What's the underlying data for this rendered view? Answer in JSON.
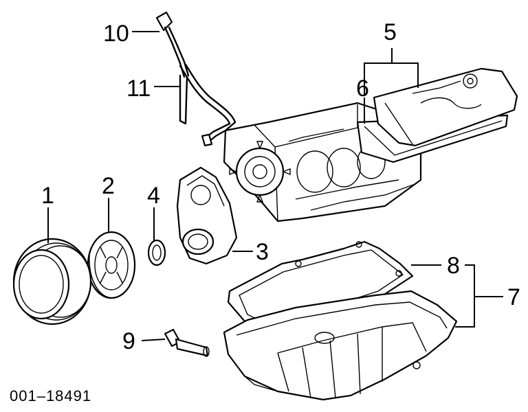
{
  "diagram": {
    "callouts": {
      "c1": "1",
      "c2": "2",
      "c3": "3",
      "c4": "4",
      "c5": "5",
      "c6": "6",
      "c7": "7",
      "c8": "8",
      "c9": "9",
      "c10": "10",
      "c11": "11"
    },
    "figure_id": "001–18491"
  }
}
